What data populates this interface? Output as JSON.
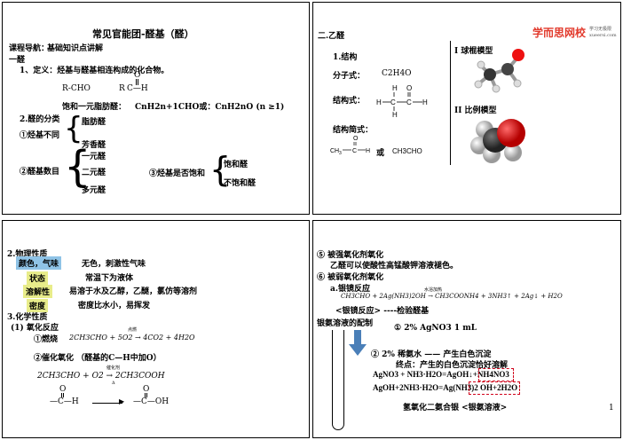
{
  "q1": {
    "title": "常见官能团-醛基（醛）",
    "guide_label": "课程导航：",
    "guide_text": "基础知识点讲解",
    "section": "一醛",
    "def": "1、定义：烃基与醛基相连构成的化合物。",
    "rcho": "R-CHO",
    "rc_struct_r": "R",
    "rc_struct_o": "O",
    "rc_struct_ch": "C—H",
    "formula_prefix": "饱和一元脂肪醛：",
    "formula": "CnH2n+1CHO或：CnH2nO (n ≥1)",
    "class_title": "2.醛的分类",
    "class1_head": "①烃基不同",
    "class1_a": "脂肪醛",
    "class1_b": "芳香醛",
    "class2_head": "②醛基数目",
    "class2_a": "一元醛",
    "class2_b": "二元醛",
    "class2_c": "多元醛",
    "class3_head": "③烃基是否饱和",
    "class3_a": "饱和醛",
    "class3_b": "不饱和醛"
  },
  "q2": {
    "title": "二.乙醛",
    "struct": "1.结构",
    "mol_label": "分子式：",
    "mol": "C2H4O",
    "sf_label": "结构式：",
    "simple_label": "结构简式：",
    "simple_or": "或",
    "simple_b": "CH3CHO",
    "ball_label": "I 球棍模型",
    "ratio_label": "II 比例模型",
    "brand_cn": "学而思网校",
    "brand_sub": "学习无极限",
    "brand_url": "xueersi.com"
  },
  "q3": {
    "phys": "2.物理性质",
    "rows": [
      {
        "k": "颜色，气味",
        "v": "无色，刺激性气味"
      },
      {
        "k": "状态",
        "v": "常温下为液体"
      },
      {
        "k": "溶解性",
        "v": "易溶于水及乙醇，乙醚，氯仿等溶剂"
      },
      {
        "k": "密度",
        "v": "密度比水小，易挥发"
      }
    ],
    "chem": "3.化学性质",
    "ox": "(1) 氧化反应",
    "burn": "①燃烧",
    "burn_eq": "2CH3CHO + 5O2 → 4CO2 + 4H2O",
    "burn_cond": "点燃",
    "cat": "②催化氧化 （醛基的C—H中加O）",
    "cat_eq": "2CH3CHO + O2 → 2CH3COOH",
    "cat_cond": "催化剂",
    "cat_cond2": "Δ",
    "ald_o": "O",
    "ald_left": "—C—H",
    "ald_right": "—C—OH"
  },
  "q4": {
    "s1": "⑤ 被强氧化剂氧化",
    "s1_text": "乙醛可以使酸性高锰酸钾溶液褪色。",
    "s2": "⑥ 被弱氧化剂氧化",
    "s2a": "a.银镜反应",
    "mirror_eq": "CH3CHO + 2Ag(NH3)2OH → CH3COONH4 + 3NH3↑ + 2Ag↓ + H2O",
    "mirror_cond": "水浴加热",
    "mirror_note": "<银镜反应> ----检验醛基",
    "prep": "银氨溶液的配制",
    "step1": "① 2% AgNO3  1 mL",
    "step2": "② 2% 稀氨水 —— 产生白色沉淀",
    "step3": "终点：产生的白色沉淀恰好溶解",
    "eq1": "AgNO3 + NH3·H2O=AgOH↓+NH4NO3",
    "eq2": "AgOH+2NH3·H2O=Ag(NH3)2 OH+2H2O",
    "name": "氢氧化二氨合银 <银氨溶液>",
    "page": "1"
  }
}
